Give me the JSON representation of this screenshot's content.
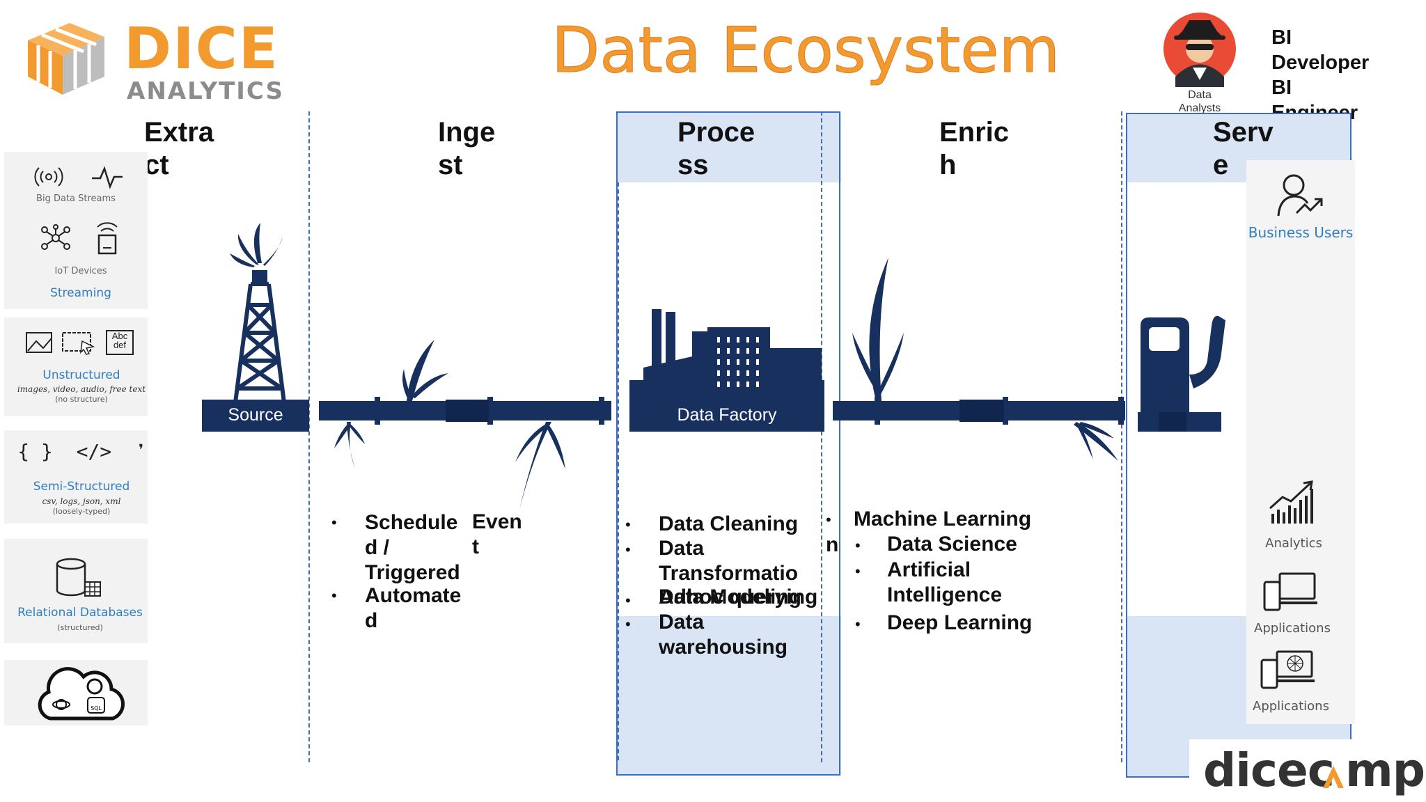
{
  "logo": {
    "word": "DICE",
    "sub": "ANALYTICS"
  },
  "title": "Data Ecosystem",
  "persona": {
    "caption_line1": "Data",
    "caption_line2": "Analysts",
    "roles": [
      "BI",
      "Developer",
      "BI",
      "Engineer"
    ]
  },
  "stages": {
    "extract": [
      "Extra",
      "ct"
    ],
    "ingest": [
      "Inge",
      "st"
    ],
    "process": [
      "Proce",
      "ss"
    ],
    "enrich": [
      "Enric",
      "h"
    ],
    "serve": [
      "Serv",
      "e"
    ]
  },
  "sources": {
    "streaming": {
      "caption1": "Big Data Streams",
      "caption2": "IoT Devices",
      "label": "Streaming"
    },
    "unstructured": {
      "label": "Unstructured",
      "detail": "images, video, audio, free text",
      "note": "(no structure)",
      "icon_text": [
        "Abc",
        "def"
      ]
    },
    "semi": {
      "glyphs": "{ }  </>  ❜",
      "label": "Semi-Structured",
      "detail": "csv, logs, json, xml",
      "note": "(loosely-typed)"
    },
    "relational": {
      "label": "Relational Databases",
      "note": "(structured)"
    },
    "cloud": {
      "icon": "cloud-icon",
      "sql_text": "SQL"
    }
  },
  "pipeline": {
    "source_label": "Source",
    "factory_label": "Data Factory"
  },
  "ingest_list": {
    "item1": [
      "Schedule",
      "d /",
      "Triggered"
    ],
    "item2": [
      "Automate",
      "d"
    ],
    "event": [
      "Even",
      "t"
    ]
  },
  "process_list": {
    "item1": "Data Cleaning",
    "item2": [
      "Data",
      "Transformatio"
    ],
    "overlap_a": "Data Modeling",
    "overlap_b": "Adhoc querying",
    "item4": [
      "Data",
      "warehousing"
    ],
    "stray": "n"
  },
  "enrich_list": {
    "heading": "Machine Learning",
    "items": [
      "Data Science",
      "Artificial",
      "Intelligence",
      "Deep Learning"
    ]
  },
  "serve": {
    "business_users": "Business Users",
    "analytics": "Analytics",
    "applications1": "Applications",
    "applications2": "Applications"
  },
  "footer_logo": {
    "left": "dicec",
    "right": "mp"
  },
  "colors": {
    "orange": "#f39a2f",
    "navy": "#18305e",
    "light_blue": "#d9e4f5",
    "link_blue": "#2f7ec1"
  }
}
